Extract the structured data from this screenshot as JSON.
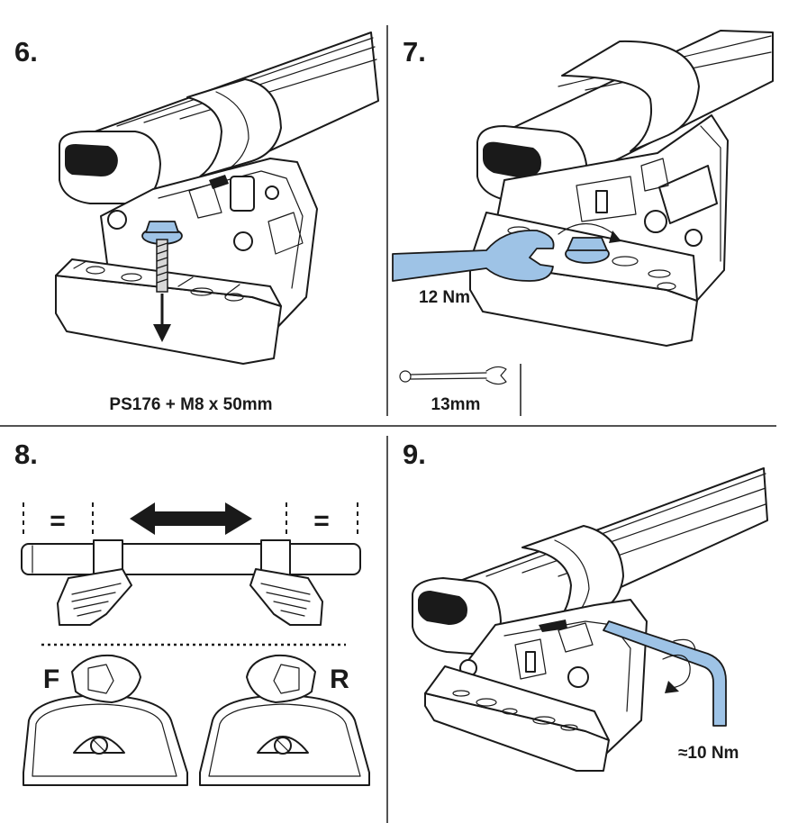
{
  "colors": {
    "ink": "#1a1a1a",
    "tool_blue": "#9ec3e6",
    "background": "#ffffff"
  },
  "steps": [
    {
      "number": "6.",
      "caption": "PS176 + M8 x 50mm"
    },
    {
      "number": "7.",
      "torque": "12 Nm",
      "tool": "13mm"
    },
    {
      "number": "8.",
      "equal_left": "=",
      "equal_right": "=",
      "front": "F",
      "rear": "R"
    },
    {
      "number": "9.",
      "torque": "≈10 Nm"
    }
  ]
}
